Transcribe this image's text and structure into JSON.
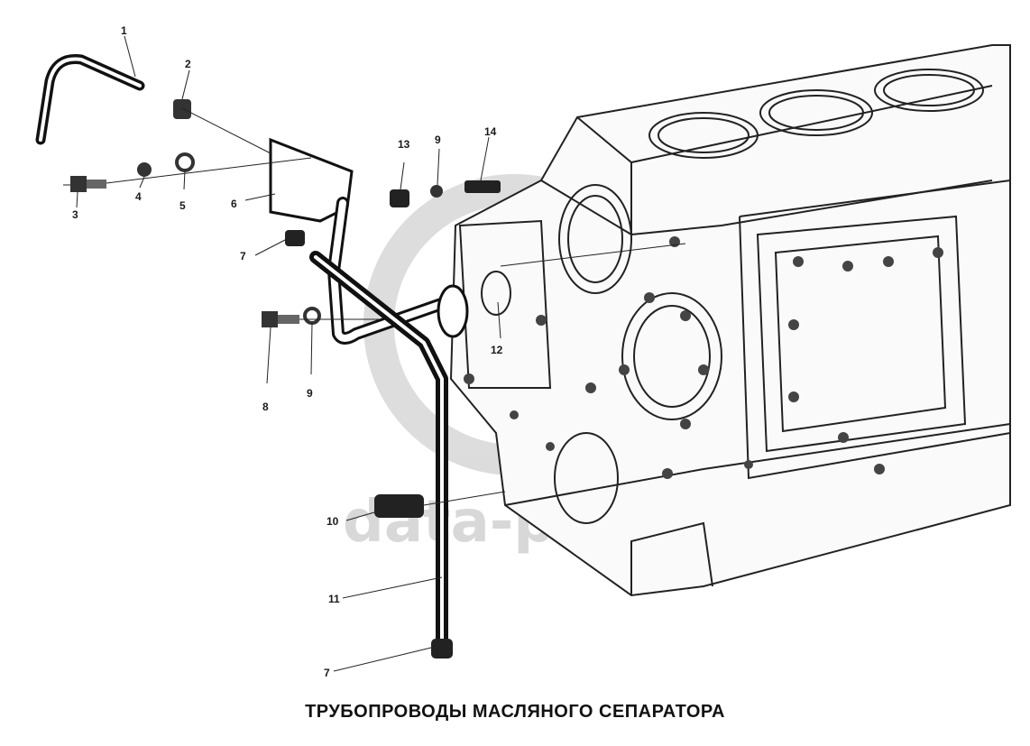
{
  "caption": "ТРУБОПРОВОДЫ МАСЛЯНОГО СЕПАРАТОРА",
  "watermark": "data-parts",
  "callouts": [
    "1",
    "2",
    "3",
    "4",
    "5",
    "6",
    "7",
    "8",
    "9",
    "10",
    "11",
    "12",
    "13",
    "14"
  ],
  "callout_7b": "7",
  "callout_9b": "9"
}
